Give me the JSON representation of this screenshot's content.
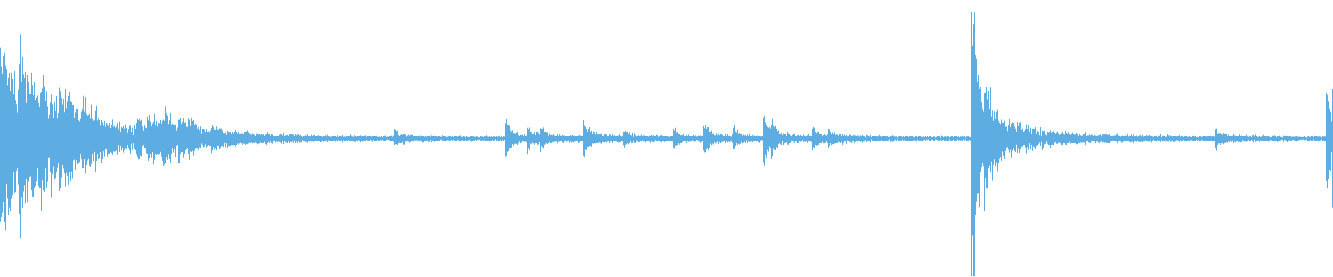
{
  "waveform": {
    "color": "#5dade2",
    "background": "#ffffff",
    "baseline_amplitude": 0.025,
    "transients": [
      {
        "t": 0.0,
        "amp": 0.95,
        "decay": 0.012,
        "noise": 0.35
      },
      {
        "t": 0.014,
        "amp": 0.55,
        "decay": 0.006,
        "noise": 0.2
      },
      {
        "t": 0.023,
        "amp": 0.4,
        "decay": 0.005,
        "noise": 0.15
      },
      {
        "t": 0.03,
        "amp": 0.3,
        "decay": 0.004,
        "noise": 0.12
      },
      {
        "t": 0.037,
        "amp": 0.28,
        "decay": 0.004,
        "noise": 0.11
      },
      {
        "t": 0.044,
        "amp": 0.22,
        "decay": 0.004,
        "noise": 0.1
      },
      {
        "t": 0.05,
        "amp": 0.18,
        "decay": 0.003,
        "noise": 0.08
      },
      {
        "t": 0.062,
        "amp": 0.18,
        "decay": 0.008,
        "noise": 0.1
      },
      {
        "t": 0.102,
        "amp": 0.12,
        "decay": 0.004,
        "noise": 0.06
      },
      {
        "t": 0.11,
        "amp": 0.12,
        "decay": 0.004,
        "noise": 0.06
      },
      {
        "t": 0.115,
        "amp": 0.1,
        "decay": 0.004,
        "noise": 0.06
      },
      {
        "t": 0.121,
        "amp": 0.18,
        "decay": 0.006,
        "noise": 0.07
      },
      {
        "t": 0.133,
        "amp": 0.12,
        "decay": 0.004,
        "noise": 0.05
      },
      {
        "t": 0.141,
        "amp": 0.1,
        "decay": 0.004,
        "noise": 0.05
      },
      {
        "t": 0.158,
        "amp": 0.08,
        "decay": 0.003,
        "noise": 0.04
      },
      {
        "t": 0.295,
        "amp": 0.07,
        "decay": 0.003,
        "noise": 0.04
      },
      {
        "t": 0.379,
        "amp": 0.2,
        "decay": 0.004,
        "noise": 0.05
      },
      {
        "t": 0.395,
        "amp": 0.1,
        "decay": 0.003,
        "noise": 0.04
      },
      {
        "t": 0.405,
        "amp": 0.09,
        "decay": 0.003,
        "noise": 0.04
      },
      {
        "t": 0.437,
        "amp": 0.2,
        "decay": 0.004,
        "noise": 0.05
      },
      {
        "t": 0.467,
        "amp": 0.07,
        "decay": 0.003,
        "noise": 0.04
      },
      {
        "t": 0.505,
        "amp": 0.09,
        "decay": 0.003,
        "noise": 0.04
      },
      {
        "t": 0.527,
        "amp": 0.17,
        "decay": 0.004,
        "noise": 0.05
      },
      {
        "t": 0.55,
        "amp": 0.09,
        "decay": 0.003,
        "noise": 0.04
      },
      {
        "t": 0.572,
        "amp": 0.35,
        "decay": 0.004,
        "noise": 0.05
      },
      {
        "t": 0.578,
        "amp": 0.1,
        "decay": 0.003,
        "noise": 0.04
      },
      {
        "t": 0.609,
        "amp": 0.1,
        "decay": 0.003,
        "noise": 0.04
      },
      {
        "t": 0.621,
        "amp": 0.06,
        "decay": 0.003,
        "noise": 0.04
      },
      {
        "t": 0.7285,
        "amp": 2.25,
        "decay": 0.0015,
        "noise": 0.1
      },
      {
        "t": 0.73,
        "amp": 0.9,
        "decay": 0.006,
        "noise": 0.3
      },
      {
        "t": 0.738,
        "amp": 0.25,
        "decay": 0.01,
        "noise": 0.1
      },
      {
        "t": 0.911,
        "amp": 0.1,
        "decay": 0.003,
        "noise": 0.04
      },
      {
        "t": 0.9945,
        "amp": 0.55,
        "decay": 0.004,
        "noise": 0.25
      },
      {
        "t": 0.999,
        "amp": 0.5,
        "decay": 0.004,
        "noise": 0.25
      }
    ]
  }
}
